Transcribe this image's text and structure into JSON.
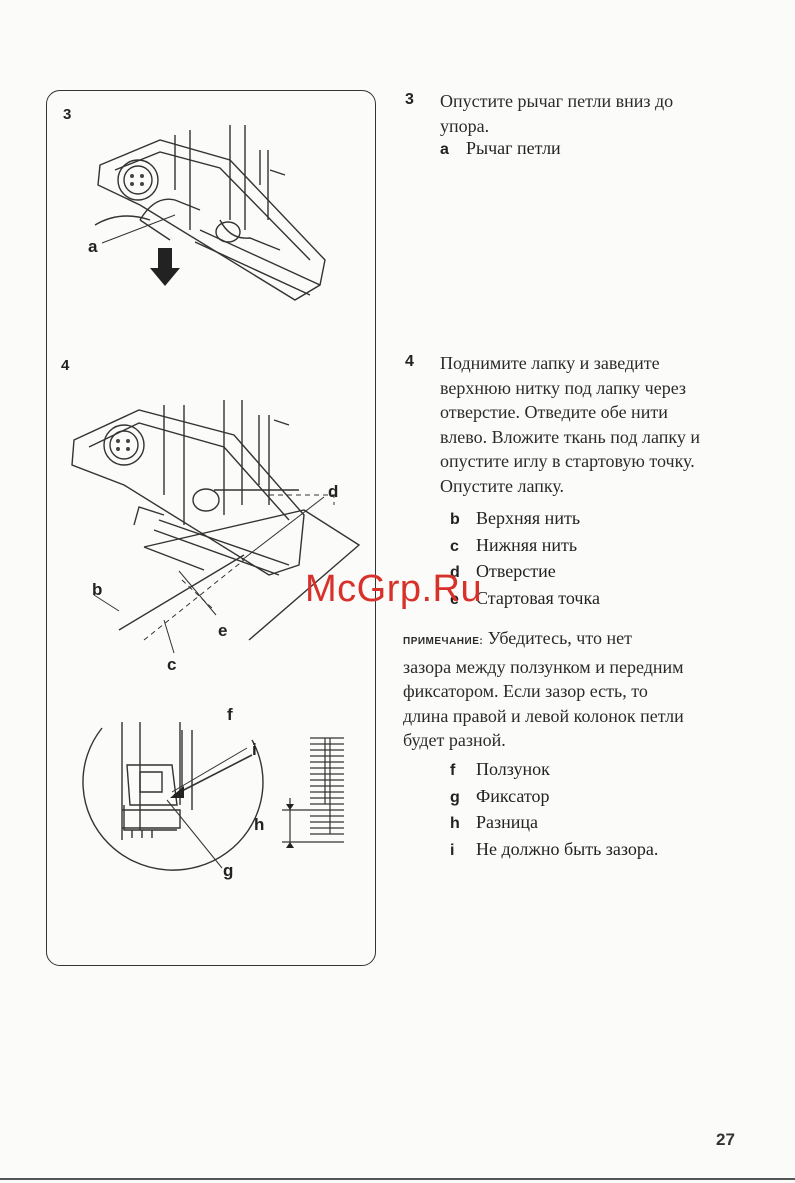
{
  "figures": {
    "fig3": {
      "number": "3",
      "labels": {
        "a": "a"
      }
    },
    "fig4": {
      "number": "4",
      "labels": {
        "b": "b",
        "c": "c",
        "d": "d",
        "e": "e"
      }
    },
    "fig5": {
      "labels": {
        "f": "f",
        "g": "g",
        "h": "h",
        "i": "i"
      }
    }
  },
  "steps": [
    {
      "number": "3",
      "lines": [
        "Опустите рычаг петли вниз до",
        "упора."
      ],
      "legend": [
        {
          "letter": "a",
          "text": "Рычаг петли"
        }
      ]
    },
    {
      "number": "4",
      "lines": [
        "Поднимите лапку и заведите",
        "верхнюю нитку под лапку через",
        "отверстие. Отведите обе нити",
        "влево.  Вложите ткань под лапку и",
        "опустите иглу в стартовую точку.",
        "Опустите лапку."
      ],
      "legend": [
        {
          "letter": "b",
          "text": "Верхняя нить"
        },
        {
          "letter": "c",
          "text": "Нижняя нить"
        },
        {
          "letter": "d",
          "text": "Отверстие"
        },
        {
          "letter": "e",
          "text": "Стартовая точка"
        }
      ]
    }
  ],
  "note": {
    "label": "ПРИМЕЧАНИЕ:",
    "first_line": "Убедитесь, что нет",
    "lines": [
      "зазора между ползунком и передним",
      "фиксатором. Если зазор есть, то",
      "длина правой и левой колонок петли",
      "будет разной."
    ],
    "legend": [
      {
        "letter": "f",
        "text": "Ползунок"
      },
      {
        "letter": "g",
        "text": "Фиксатор"
      },
      {
        "letter": "h",
        "text": "Разница"
      },
      {
        "letter": "i",
        "text": "Не должно быть зазора."
      }
    ]
  },
  "watermark": "McGrp.Ru",
  "page_number": "27"
}
